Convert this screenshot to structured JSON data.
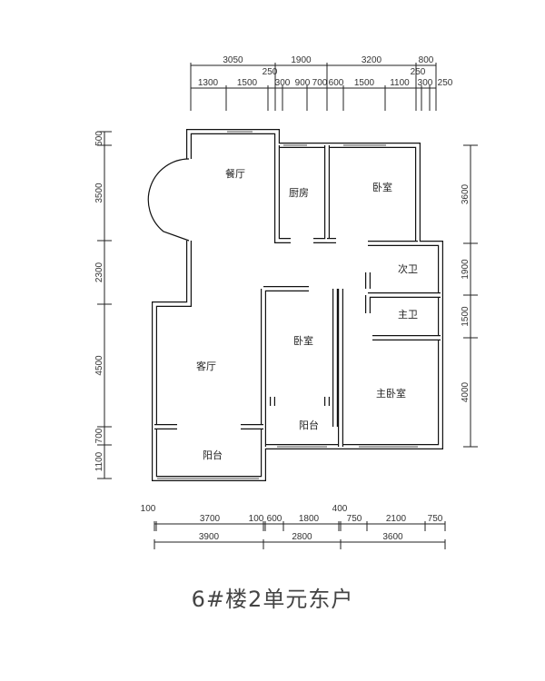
{
  "title": "6#楼2单元东户",
  "rooms": {
    "dining": "餐厅",
    "kitchen": "厨房",
    "bedroom_n": "卧室",
    "second_bath": "次卫",
    "master_bath": "主卫",
    "bedroom_mid": "卧室",
    "living": "客厅",
    "master_bedroom": "主卧室",
    "balcony_mid": "阳台",
    "balcony_living": "阳台"
  },
  "dims": {
    "top_outer": [
      "3050",
      "1900",
      "3200",
      "800"
    ],
    "top_inner": [
      "1300",
      "1500",
      "250",
      "300",
      "900",
      "700",
      "600",
      "1500",
      "1100",
      "250",
      "300",
      "250"
    ],
    "bottom_inner": [
      "100",
      "3700",
      "100",
      "600",
      "1800",
      "400",
      "750",
      "2100",
      "750"
    ],
    "bottom_outer": [
      "3900",
      "2800",
      "3600"
    ],
    "left": [
      "500",
      "3500",
      "2300",
      "4500",
      "700",
      "1100"
    ],
    "right": [
      "3600",
      "1900",
      "1500",
      "4000"
    ]
  }
}
